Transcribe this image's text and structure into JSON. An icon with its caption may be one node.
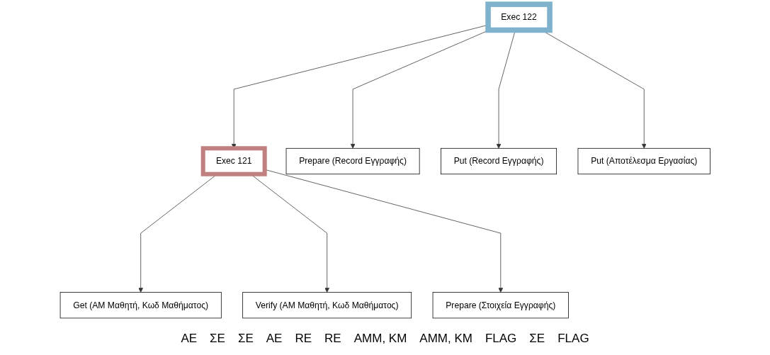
{
  "diagram": {
    "nodes": [
      {
        "text": [
          "Exec 122"
        ]
      },
      {
        "text": [
          "Exec 121"
        ]
      },
      {
        "text": [
          "Prepare (Record Εγγραφής)"
        ]
      },
      {
        "text": [
          "Put (Record Εγγραφής)"
        ]
      },
      {
        "text": [
          "Put (Αποτέλεσμα Εργασίας)"
        ]
      },
      {
        "text": [
          "Get (ΑΜ Μαθητή, Κωδ Μαθήματος)"
        ]
      },
      {
        "text": [
          "Verify (ΑΜ Μαθητή, Κωδ Μαθήματος)"
        ]
      },
      {
        "text": [
          "Prepare (Στοιχεία Εγγραφής)"
        ]
      }
    ],
    "edges": [
      {
        "from": 0,
        "to": 1,
        "arrow": "to"
      },
      {
        "from": 0,
        "to": 2,
        "arrow": "to"
      },
      {
        "from": 0,
        "to": 3,
        "arrow": "to"
      },
      {
        "from": 0,
        "to": 4,
        "arrow": "to"
      },
      {
        "from": 1,
        "to": 5,
        "arrow": "to"
      },
      {
        "from": 1,
        "to": 6,
        "arrow": "to"
      },
      {
        "from": 1,
        "to": 7,
        "arrow": "to"
      }
    ],
    "labels": [
      "ΑΕ",
      "ΣΕ",
      "ΣΕ",
      "ΑΕ",
      "RE",
      "RE",
      "ΑΜΜ, ΚΜ",
      "ΑΜΜ, ΚΜ",
      "FLAG",
      "ΣΕ",
      "FLAG"
    ]
  }
}
